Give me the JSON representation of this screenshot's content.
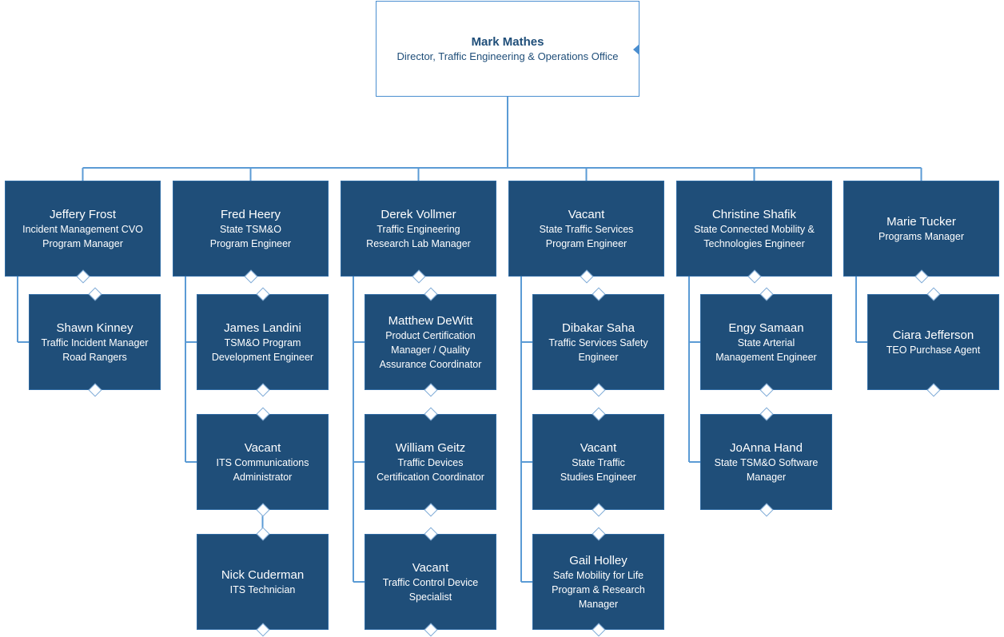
{
  "root": {
    "name": "Mark Mathes",
    "title": "Director, Traffic Engineering & Operations Office"
  },
  "columns": [
    {
      "head": {
        "name": "Jeffery Frost",
        "title": "Incident Management CVO\nProgram Manager"
      },
      "reports": [
        {
          "name": "Shawn Kinney",
          "title": "Traffic Incident Manager\nRoad Rangers"
        }
      ]
    },
    {
      "head": {
        "name": "Fred Heery",
        "title": "State TSM&O\nProgram Engineer"
      },
      "reports": [
        {
          "name": "James Landini",
          "title": "TSM&O Program\nDevelopment Engineer"
        },
        {
          "name": "Vacant",
          "title": "ITS Communications\nAdministrator"
        },
        {
          "name": "Nick Cuderman",
          "title": "ITS Technician"
        }
      ]
    },
    {
      "head": {
        "name": "Derek Vollmer",
        "title": "Traffic Engineering\nResearch Lab Manager"
      },
      "reports": [
        {
          "name": "Matthew DeWitt",
          "title": "Product Certification\nManager / Quality\nAssurance Coordinator"
        },
        {
          "name": "William Geitz",
          "title": "Traffic Devices\nCertification Coordinator"
        },
        {
          "name": "Vacant",
          "title": "Traffic Control Device\nSpecialist"
        }
      ]
    },
    {
      "head": {
        "name": "Vacant",
        "title": "State Traffic Services\nProgram Engineer"
      },
      "reports": [
        {
          "name": "Dibakar Saha",
          "title": "Traffic Services Safety\nEngineer"
        },
        {
          "name": "Vacant",
          "title": "State Traffic\nStudies Engineer"
        },
        {
          "name": "Gail Holley",
          "title": "Safe Mobility for Life\nProgram & Research\nManager"
        }
      ]
    },
    {
      "head": {
        "name": "Christine Shafik",
        "title": "State Connected Mobility &\nTechnologies Engineer"
      },
      "reports": [
        {
          "name": "Engy Samaan",
          "title": "State Arterial\nManagement Engineer"
        },
        {
          "name": "JoAnna Hand",
          "title": "State TSM&O Software\nManager"
        }
      ]
    },
    {
      "head": {
        "name": "Marie Tucker",
        "title": "Programs Manager"
      },
      "reports": [
        {
          "name": "Ciara Jefferson",
          "title": "TEO Purchase Agent"
        }
      ]
    }
  ]
}
